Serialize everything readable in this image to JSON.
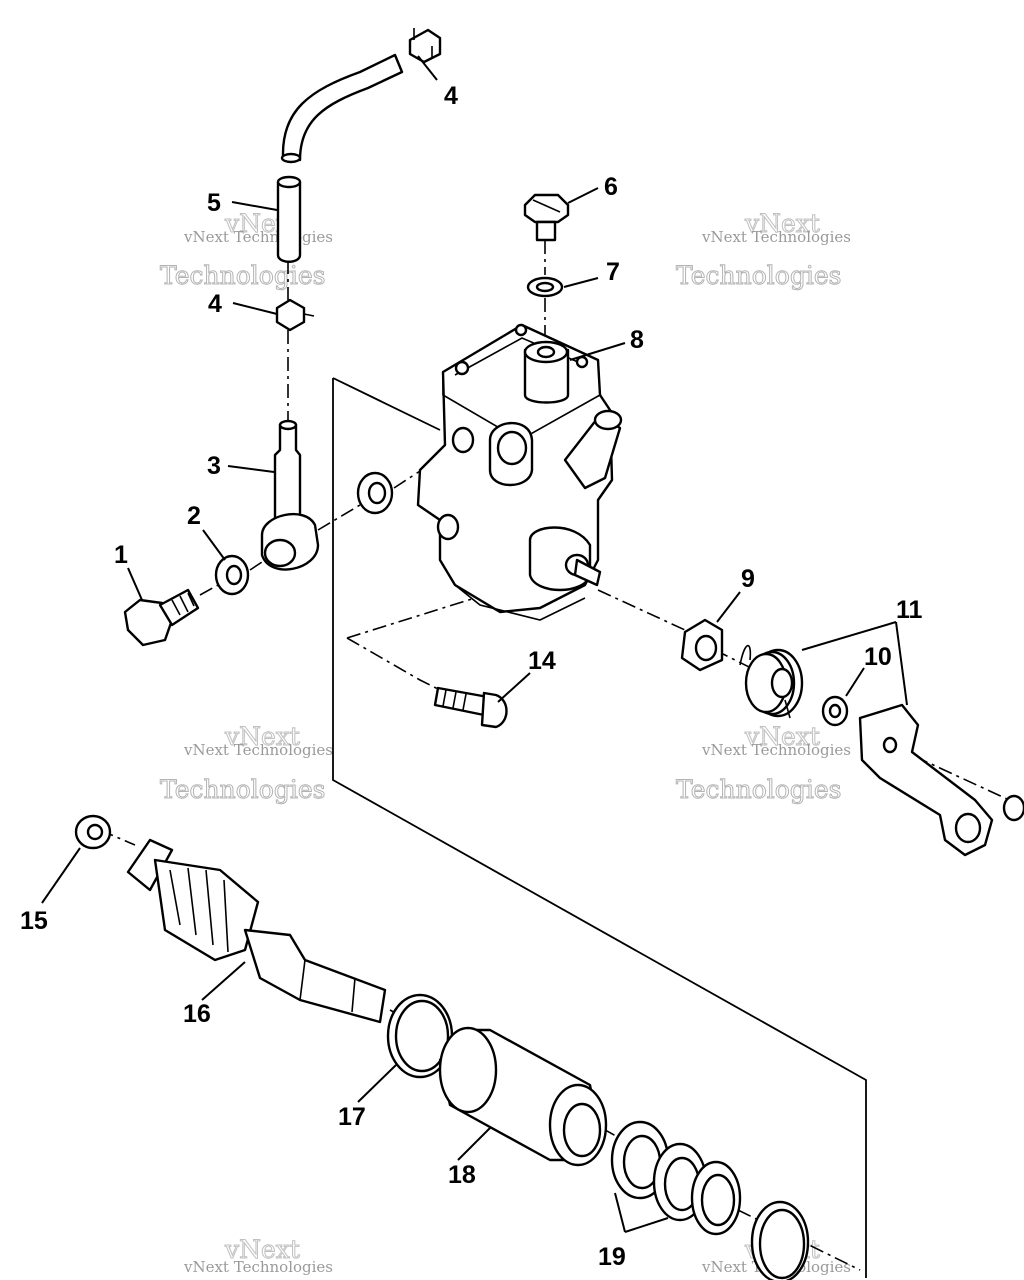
{
  "callouts": {
    "c1": "1",
    "c2": "2",
    "c3": "3",
    "c4a": "4",
    "c4b": "4",
    "c5": "5",
    "c6": "6",
    "c7": "7",
    "c8": "8",
    "c9": "9",
    "c10": "10",
    "c11": "11",
    "c14": "14",
    "c15": "15",
    "c16": "16",
    "c17": "17",
    "c18": "18",
    "c19": "19"
  },
  "watermark": {
    "small": "vNext Technologies",
    "big": "Technologies",
    "top": "vNext"
  }
}
